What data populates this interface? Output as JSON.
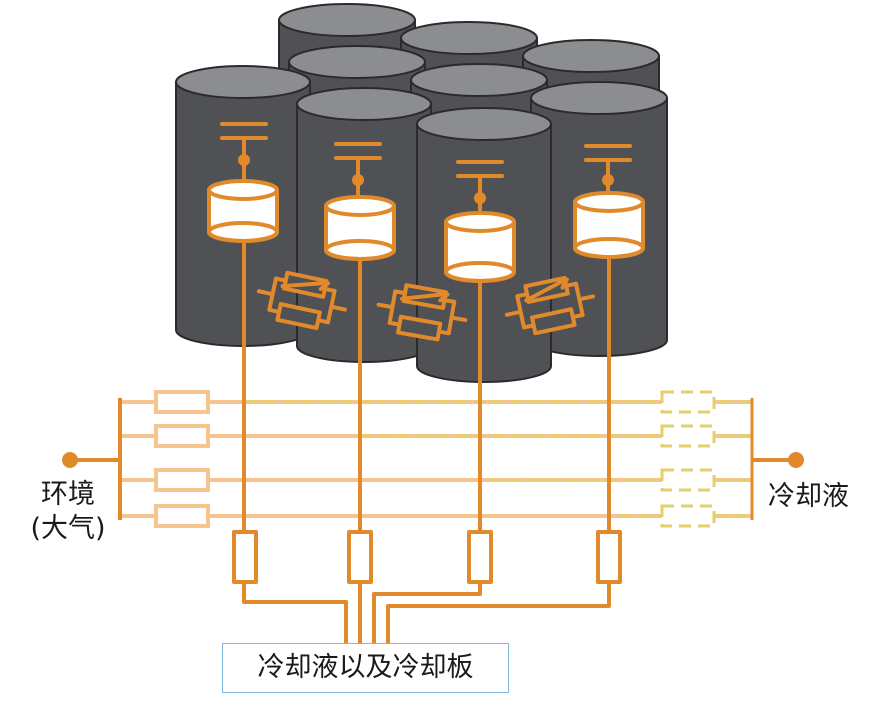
{
  "labels": {
    "environment_line1": "环境",
    "environment_line2": "(大气)",
    "coolant": "冷却液",
    "coolant_and_plate": "冷却液以及冷却板"
  },
  "colors": {
    "cell_body": "#4f5155",
    "cell_top": "#8b8d90",
    "cell_edge": "#2b2b2d",
    "orange": "#e08a2c",
    "light_orange": "#f5c48f",
    "yellow_dashed": "#e3d06a"
  }
}
